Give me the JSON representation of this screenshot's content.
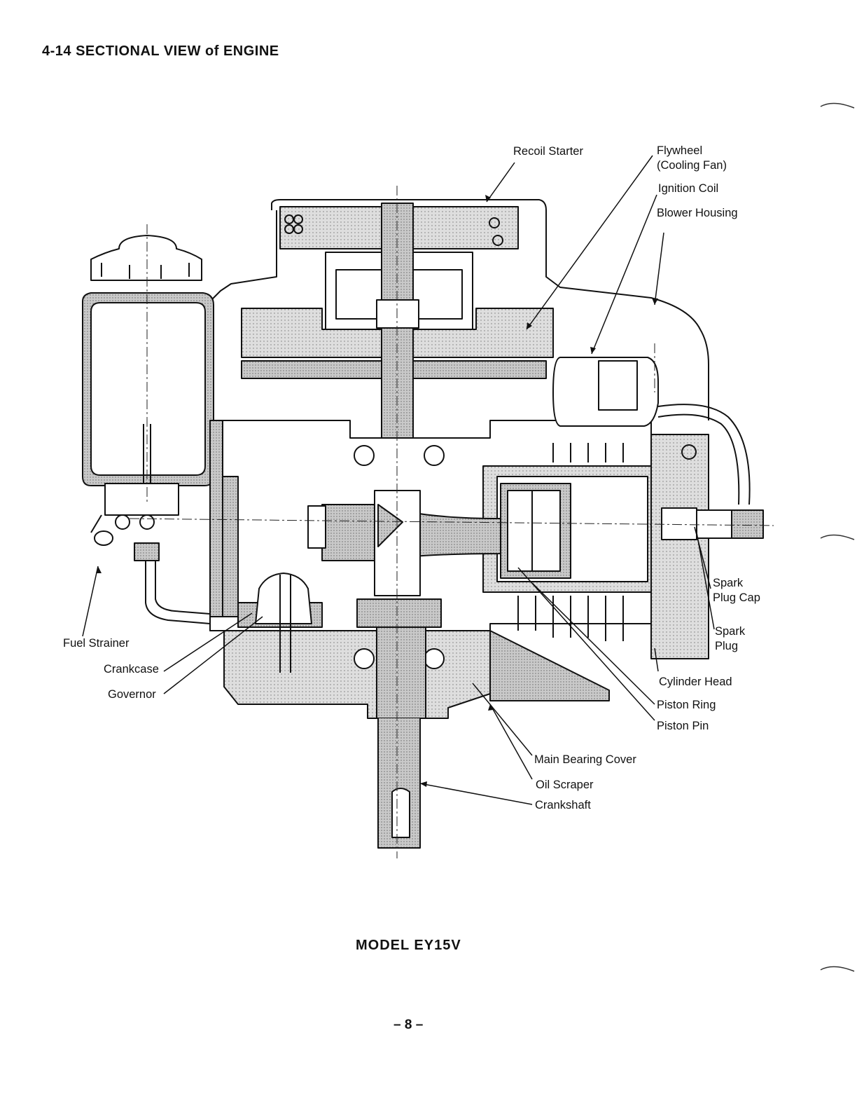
{
  "header": {
    "title": "4-14 SECTIONAL VIEW of ENGINE"
  },
  "labels": {
    "recoil_starter": "Recoil Starter",
    "flywheel": "Flywheel",
    "cooling_fan": "(Cooling Fan)",
    "ignition_coil": "Ignition Coil",
    "blower_housing": "Blower Housing",
    "spark_plug_cap_1": "Spark",
    "spark_plug_cap_2": "Plug Cap",
    "spark_plug_1": "Spark",
    "spark_plug_2": "Plug",
    "cylinder_head": "Cylinder Head",
    "piston_ring": "Piston Ring",
    "piston_pin": "Piston Pin",
    "main_bearing_cover": "Main Bearing Cover",
    "oil_scraper": "Oil Scraper",
    "crankshaft": "Crankshaft",
    "fuel_strainer": "Fuel Strainer",
    "crankcase": "Crankcase",
    "governor": "Governor"
  },
  "footer": {
    "model": "MODEL EY15V",
    "page_number": "– 8 –"
  }
}
